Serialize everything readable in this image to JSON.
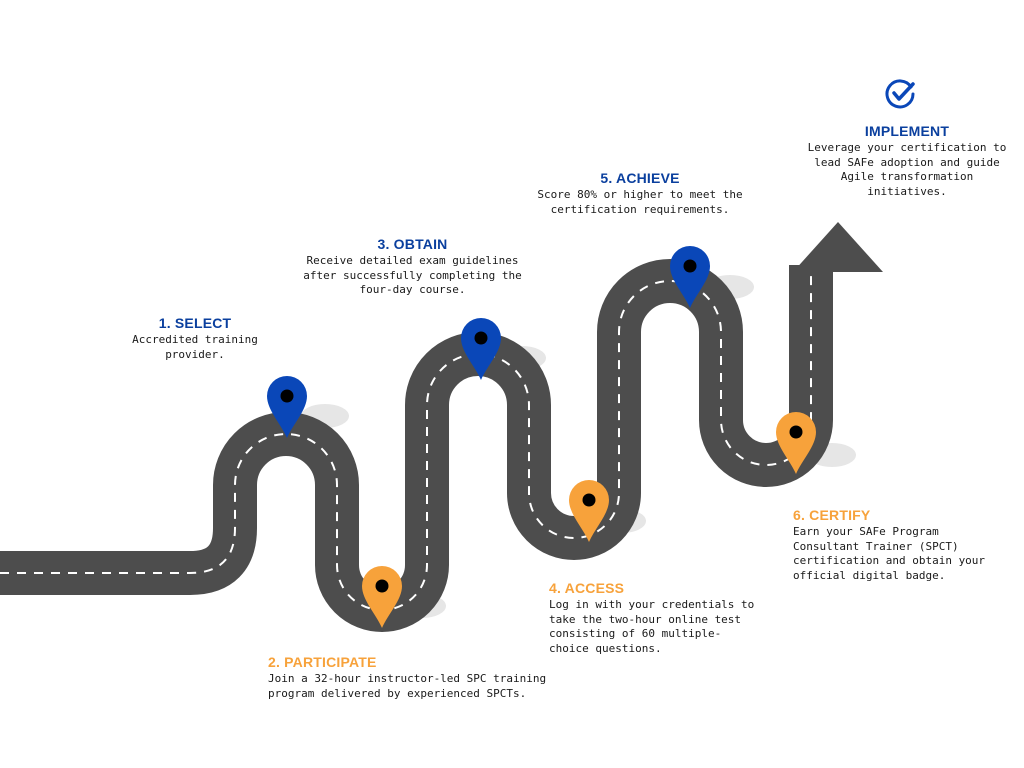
{
  "colors": {
    "road": "#4d4d4d",
    "lane": "#ffffff",
    "blue_pin": "#0a47b8",
    "orange_pin": "#f7a23b",
    "shadow": "#e6e6e6",
    "blue_text": "#0a3f9e",
    "orange_text": "#f7a23b"
  },
  "steps": {
    "select": {
      "title": "1. SELECT",
      "desc": "Accredited training\nprovider."
    },
    "participate": {
      "title": "2. PARTICIPATE",
      "desc": "Join a 32-hour instructor-led SPC training\nprogram delivered by experienced SPCTs."
    },
    "obtain": {
      "title": "3. OBTAIN",
      "desc": "Receive detailed exam guidelines\nafter successfully completing the\nfour-day course."
    },
    "access": {
      "title": "4. ACCESS",
      "desc": "Log in with your credentials to\ntake the two-hour online test\nconsisting of 60 multiple-\nchoice questions."
    },
    "achieve": {
      "title": "5. ACHIEVE",
      "desc": "Score 80% or higher to meet the\ncertification requirements."
    },
    "certify": {
      "title": "6. CERTIFY",
      "desc": "Earn your SAFe Program\nConsultant Trainer (SPCT)\ncertification and obtain your\nofficial digital badge."
    },
    "implement": {
      "title": "IMPLEMENT",
      "desc": "Leverage your certification to\nlead SAFe adoption and guide\nAgile transformation initiatives."
    }
  },
  "icons": {
    "pin": "map-pin-icon",
    "check": "check-circle-icon",
    "arrow": "arrow-up-icon"
  }
}
